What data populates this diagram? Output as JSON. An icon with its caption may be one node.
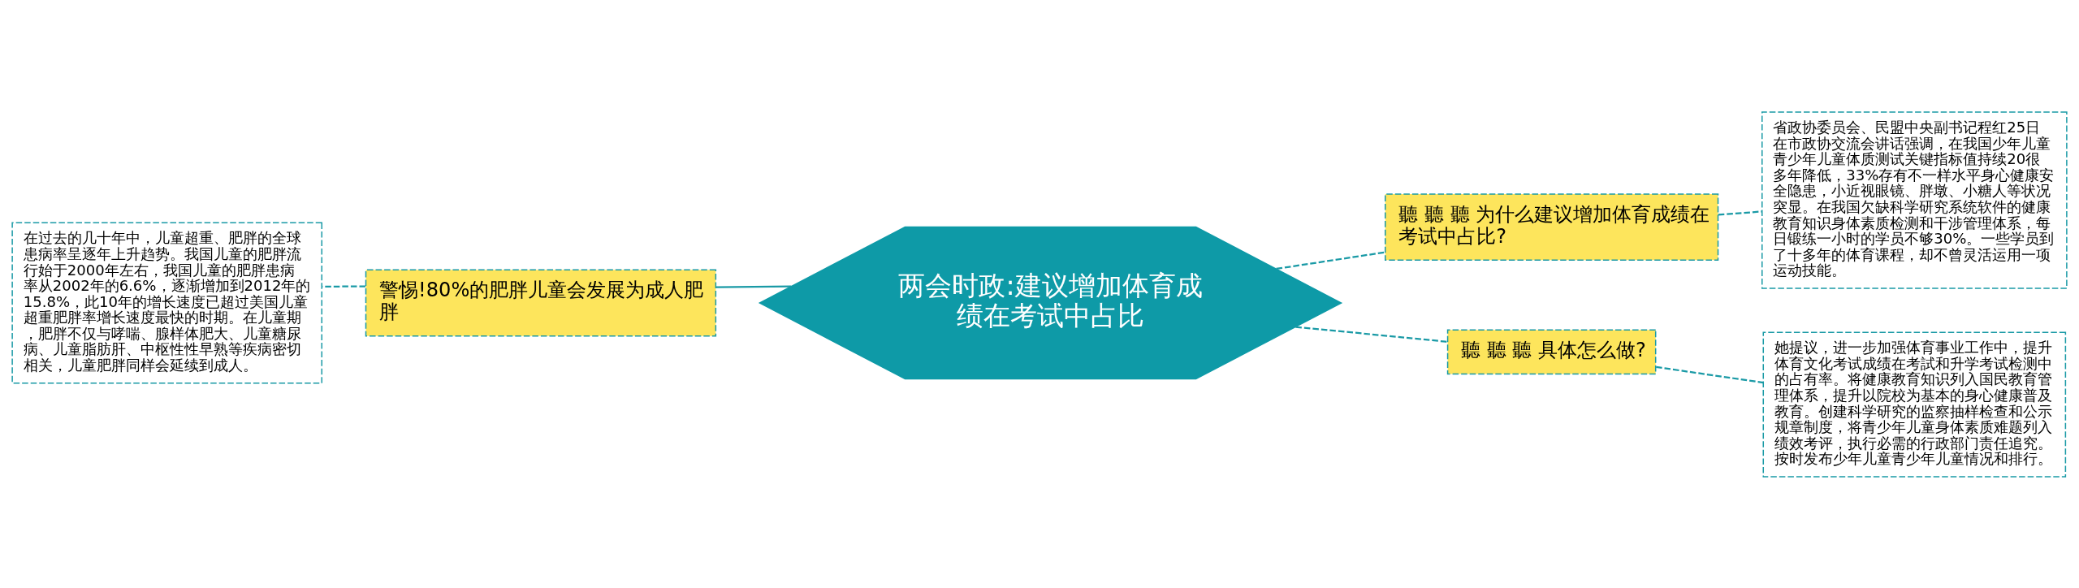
{
  "diagram": {
    "nodes": [
      {
        "text": [
          "两会时政:建议增加体育成绩在考试中占比"
        ]
      },
      {
        "text": [
          "警惕!80%的肥胖儿童会发展为成人肥胖"
        ]
      },
      {
        "text": [
          "在过去的几十年中，儿童超重、肥胖的全球患病率呈逐年上升趋势。我国儿童的肥胖流行始于2000年左右，我国儿童的肥胖患病率从2002年的6.6%，逐渐增加到2012年的15.8%，此10年的增长速度已超过美国儿童超重肥胖率增长速度最快的时期。在儿童期，肥胖不仅与哮喘、腺样体肥大、儿童糖尿病、儿童脂肪肝、中枢性性早熟等疾病密切相关，儿童肥胖同样会延续到成人。"
        ]
      },
      {
        "text": [
          "聽 聽 聽 为什么建议增加体育成绩在考试中占比?"
        ]
      },
      {
        "text": [
          "省政协委员会、民盟中央副书记程红25日在市政协交流会讲话强调，在我国少年儿童青少年儿童体质测试关键指标值持续20很多年降低，33%存有不一样水平身心健康安全隐患，小近视眼镜、胖墩、小糖人等状况突显。在我国欠缺科学研究系统软件的健康教育知识身体素质检测和干涉管理体系，每日锻练一小时的学员不够30%。一些学员到了十多年的体育课程，却不曾灵活运用一项运动技能。"
        ]
      },
      {
        "text": [
          "聽 聽 聽 具体怎么做?"
        ]
      },
      {
        "text": [
          "她提议，进一步加强体育事业工作中，提升体育文化考试成绩在考試和升学考试检测中的占有率。将健康教育知识列入国民教育管理体系，提升以院校为基本的身心健康普及教育。创建科学研究的监察抽样检查和公示规章制度，将青少年儿童身体素质难题列入绩效考评，执行必需的行政部门责任追究。按时发布少年儿童青少年儿童情况和排行。"
        ]
      }
    ],
    "edges": [
      {
        "from": 0,
        "to": 1,
        "arrow": "none"
      },
      {
        "from": 1,
        "to": 2,
        "arrow": "none",
        "style": "dashed"
      },
      {
        "from": 0,
        "to": 3,
        "arrow": "none",
        "style": "dashed"
      },
      {
        "from": 3,
        "to": 4,
        "arrow": "none",
        "style": "dashed"
      },
      {
        "from": 0,
        "to": 5,
        "arrow": "none",
        "style": "dashed"
      },
      {
        "from": 5,
        "to": 6,
        "arrow": "none",
        "style": "dashed"
      }
    ]
  }
}
